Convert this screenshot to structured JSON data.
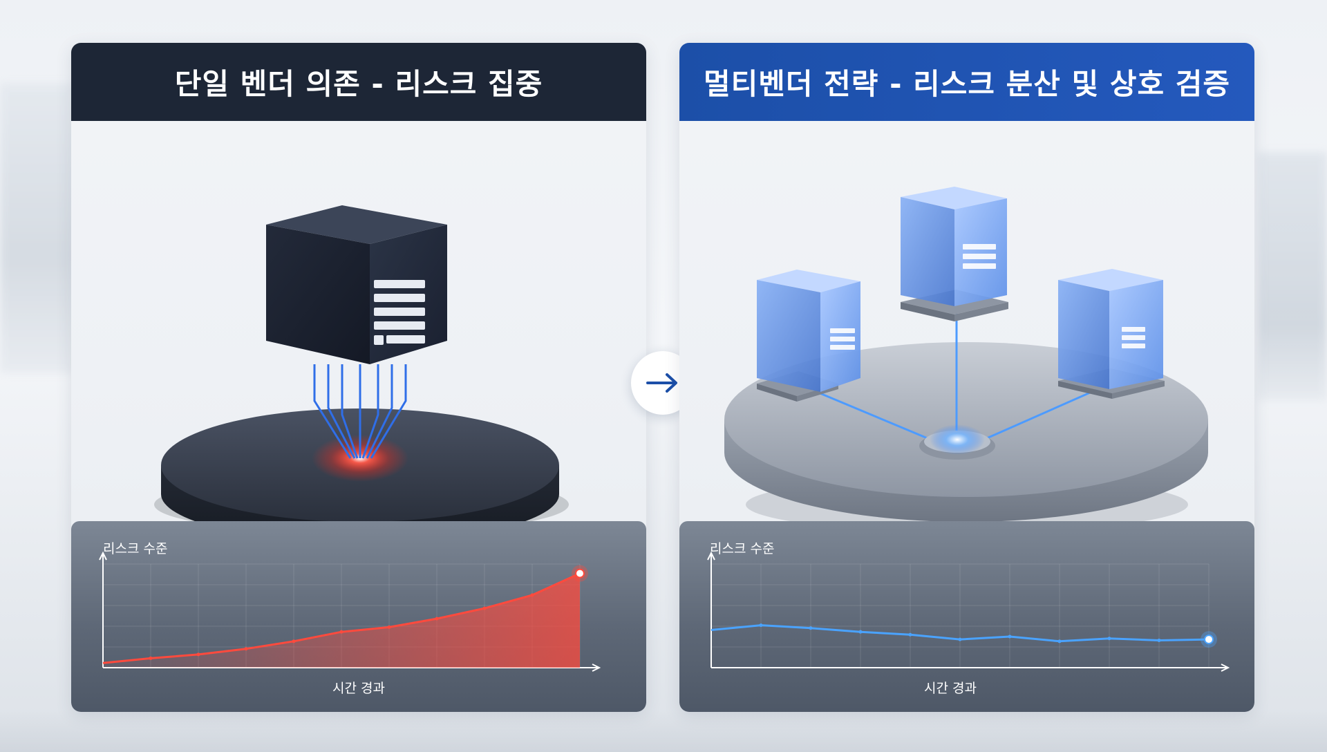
{
  "left_panel": {
    "title": "단일 벤더 의존 - 리스크  집중",
    "chart": {
      "ylabel": "리스크 수준",
      "xlabel": "시간 경과"
    }
  },
  "right_panel": {
    "title": "멀티벤더 전략 - 리스크 분산 및 상호 검증",
    "chart": {
      "ylabel": "리스크 수준",
      "xlabel": "시간 경과"
    }
  },
  "icons": {
    "transition": "arrow-right-icon",
    "vendor": "list-document-icon"
  },
  "colors": {
    "left_header": "#1d2636",
    "right_header": "#1c4fa8",
    "risk_high": "#ff4a3d",
    "risk_low": "#4aa3ff"
  },
  "chart_data": [
    {
      "type": "line",
      "ylabel": "리스크 수준",
      "xlabel": "시간 경과",
      "x": [
        0,
        0.1,
        0.2,
        0.3,
        0.4,
        0.5,
        0.6,
        0.7,
        0.8,
        0.9,
        1.0
      ],
      "series": [
        {
          "values": [
            0.05,
            0.1,
            0.14,
            0.2,
            0.28,
            0.38,
            0.43,
            0.52,
            0.63,
            0.77,
            1.0
          ]
        }
      ],
      "ylim": [
        0,
        1.1
      ],
      "xlim": [
        0,
        1
      ],
      "grid": true,
      "area_fill": true
    },
    {
      "type": "line",
      "ylabel": "리스크 수준",
      "xlabel": "시간 경과",
      "x": [
        0,
        0.1,
        0.2,
        0.3,
        0.4,
        0.5,
        0.6,
        0.7,
        0.8,
        0.9,
        1.0
      ],
      "series": [
        {
          "values": [
            0.4,
            0.45,
            0.42,
            0.38,
            0.35,
            0.3,
            0.33,
            0.28,
            0.31,
            0.29,
            0.3
          ]
        }
      ],
      "ylim": [
        0,
        1.1
      ],
      "xlim": [
        0,
        1
      ],
      "grid": true,
      "area_fill": false
    }
  ]
}
